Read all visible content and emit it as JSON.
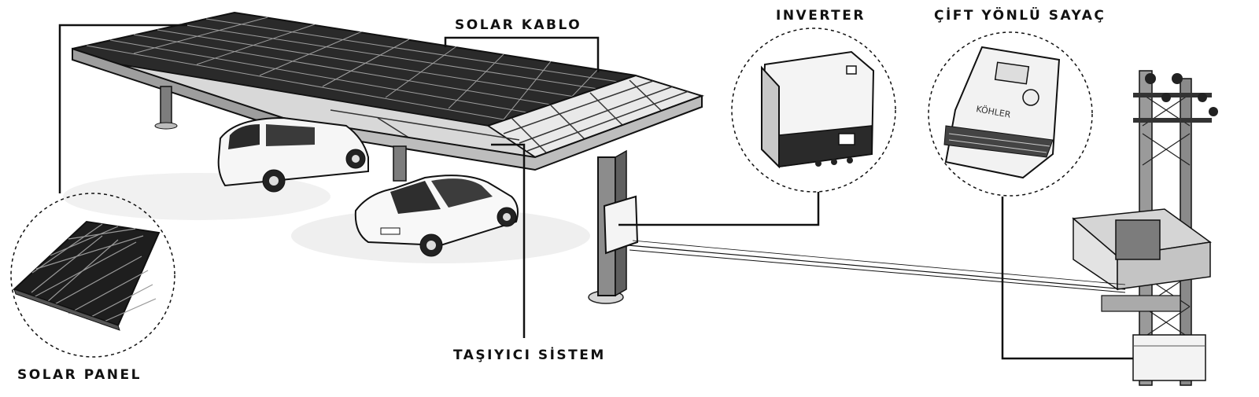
{
  "labels": {
    "solar_kablo": "SOLAR KABLO",
    "inverter": "INVERTER",
    "cift_yonlu_sayac": "ÇİFT YÖNLÜ SAYAÇ",
    "tasiyici_sistem": "TAŞIYICI SİSTEM",
    "solar_panel": "SOLAR PANEL"
  },
  "inverter": {
    "brand_mark": ""
  },
  "meter": {
    "brand_text": "KÖHLER"
  },
  "colors": {
    "ink": "#111111",
    "panel_dark": "#1e1e1e",
    "steel": "#8a8a8a",
    "paper": "#ffffff"
  }
}
